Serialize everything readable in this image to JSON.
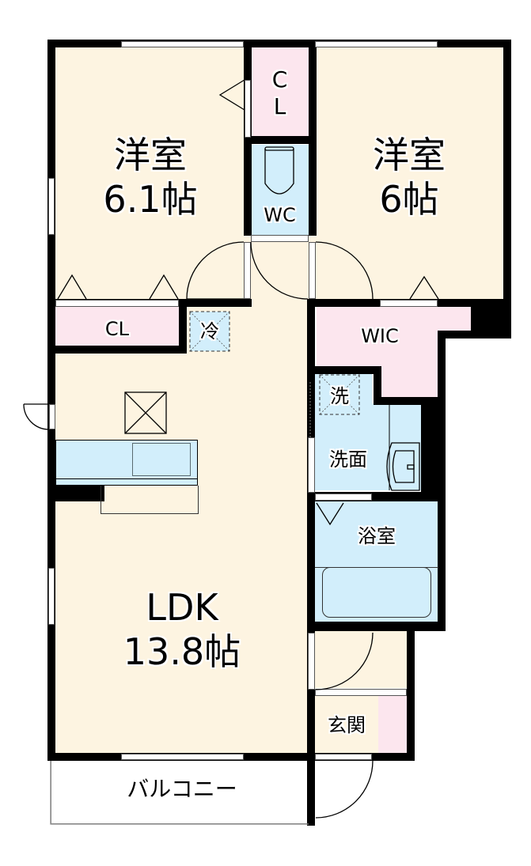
{
  "floor_plan": {
    "rooms": [
      {
        "id": "western-room-1",
        "name": "洋室",
        "size": "6.1帖"
      },
      {
        "id": "western-room-2",
        "name": "洋室",
        "size": "6帖"
      },
      {
        "id": "closet-top",
        "name_line1": "C",
        "name_line2": "L"
      },
      {
        "id": "toilet",
        "name": "WC"
      },
      {
        "id": "closet-left",
        "name": "CL"
      },
      {
        "id": "refrigerator",
        "name": "冷"
      },
      {
        "id": "walk-in-closet",
        "name": "WIC"
      },
      {
        "id": "washing-machine",
        "name": "洗"
      },
      {
        "id": "washroom",
        "name": "洗面"
      },
      {
        "id": "bathroom",
        "name": "浴室"
      },
      {
        "id": "ldk",
        "name": "LDK",
        "size": "13.8帖"
      },
      {
        "id": "entrance",
        "name": "玄関"
      },
      {
        "id": "balcony",
        "name": "バルコニー"
      }
    ],
    "colors": {
      "floor": "#fdf4e1",
      "closet": "#fce6ee",
      "wet_area": "#d2eefb",
      "wall": "#000000"
    }
  }
}
